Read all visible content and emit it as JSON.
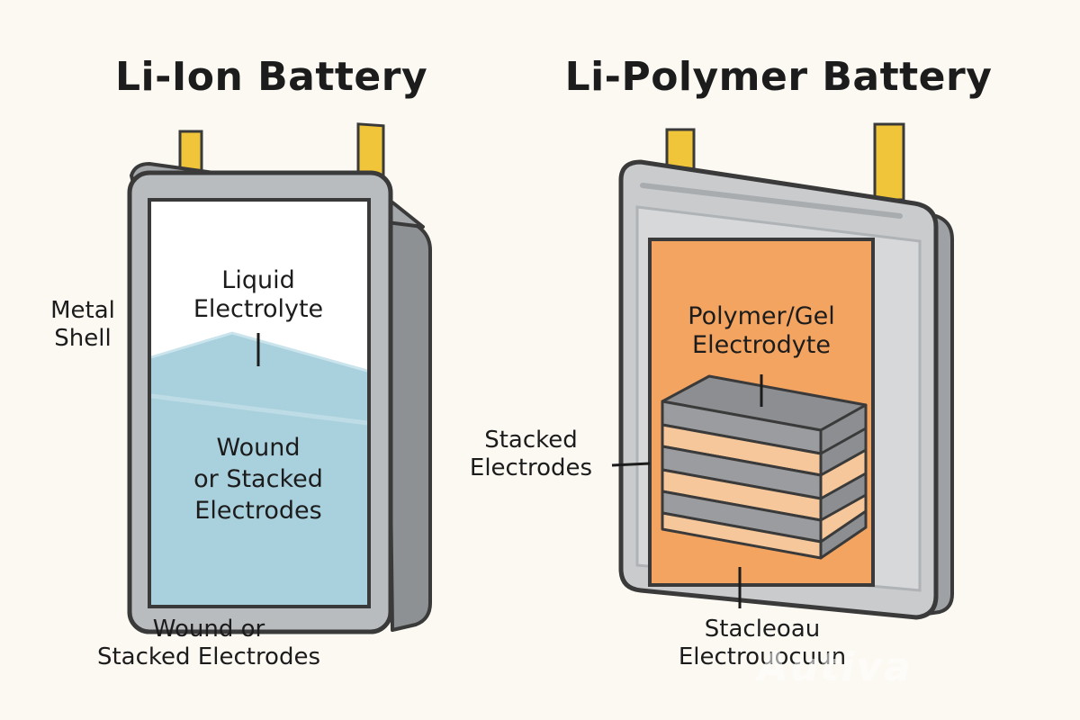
{
  "colors": {
    "background": "#fbf9f2",
    "casing": "#b9bcbf",
    "casing_dark": "#8e9194",
    "outline": "#3a3a3a",
    "tab": "#f0c53a",
    "liquid": "#a9d0dd",
    "gel": "#f3a461",
    "electrode_gray": "#9a9c9f",
    "electrode_peach": "#f6c79a"
  },
  "left": {
    "title": "Li-Ion Battery",
    "electrolyte_label": [
      "Liquid",
      "Electrolyte"
    ],
    "shell_label": [
      "Metal",
      "Shell"
    ],
    "inner_electrodes_label": [
      "Wound",
      "or Stacked",
      "Electrodes"
    ],
    "bottom_label": [
      "Wound or",
      "Stacked Electrodes"
    ]
  },
  "right": {
    "title": "Li-Polymer Battery",
    "electrolyte_label": [
      "Polymer/Gel",
      "Electrodyte"
    ],
    "side_label": [
      "Stacked",
      "Electrodes"
    ],
    "bottom_label": [
      "Stacleoau",
      "Electrouocuun"
    ]
  },
  "watermark": "Autiva"
}
